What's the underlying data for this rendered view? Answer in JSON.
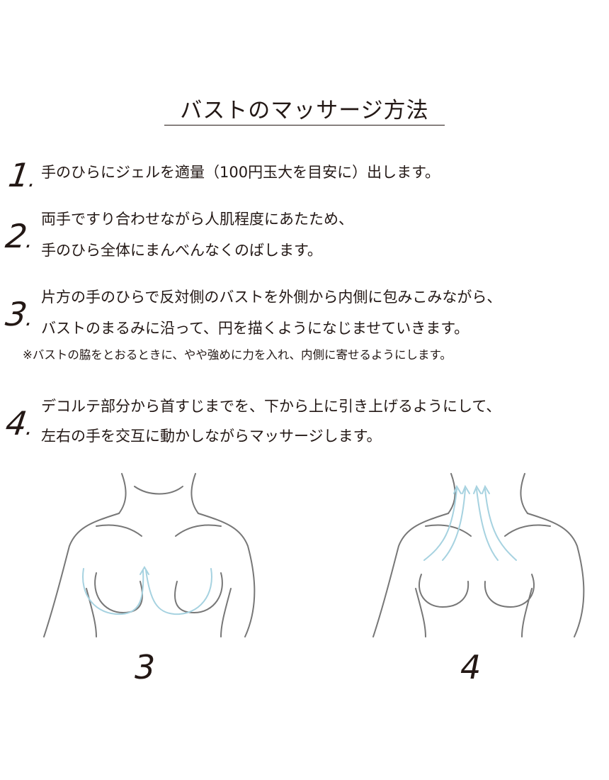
{
  "title": "バストのマッサージ方法",
  "steps": [
    {
      "number": "1",
      "dot": ".",
      "lines": [
        "手のひらにジェルを適量（100円玉大を目安に）出します。"
      ]
    },
    {
      "number": "2",
      "dot": ".",
      "lines": [
        "両手ですり合わせながら人肌程度にあたため、",
        "手のひら全体にまんべんなくのばします。"
      ]
    },
    {
      "number": "3",
      "dot": ".",
      "lines": [
        "片方の手のひらで反対側のバストを外側から内側に包みこみながら、",
        "バストのまるみに沿って、円を描くようになじませていきます。"
      ],
      "note": "※バストの脇をとおるときに、やや強めに力を入れ、内側に寄せるようにします。"
    },
    {
      "number": "4",
      "dot": ".",
      "lines": [
        "デコルテ部分から首すじまでを、下から上に引き上げるようにして、",
        "左右の手を交互に動かしながらマッサージします。"
      ]
    }
  ],
  "figures": [
    {
      "label": "3",
      "icon": "bust-massage-illustration"
    },
    {
      "label": "4",
      "icon": "decollete-massage-illustration"
    }
  ],
  "colors": {
    "text": "#231815",
    "outline": "#777777",
    "arrow": "#a6d2e0"
  }
}
